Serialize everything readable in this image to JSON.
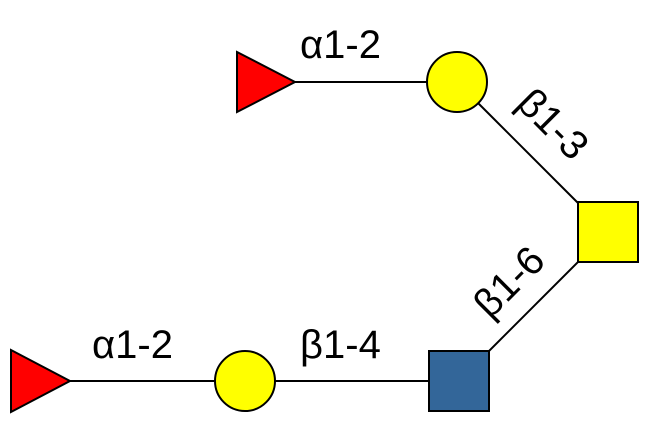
{
  "glycan": {
    "residues": [
      {
        "id": "fuc1",
        "type": "fucose",
        "shape": "triangle",
        "color": "#FF0000"
      },
      {
        "id": "gal1",
        "type": "galactose",
        "shape": "circle",
        "color": "#FFFF00"
      },
      {
        "id": "galnac",
        "type": "N-acetylgalactosamine",
        "shape": "square",
        "color": "#FFFF00"
      },
      {
        "id": "glcnac",
        "type": "N-acetylglucosamine",
        "shape": "square",
        "color": "#336699"
      },
      {
        "id": "gal2",
        "type": "galactose",
        "shape": "circle",
        "color": "#FFFF00"
      },
      {
        "id": "fuc2",
        "type": "fucose",
        "shape": "triangle",
        "color": "#FF0000"
      }
    ],
    "linkages": {
      "fuc1_gal1": "α1-2",
      "gal1_galnac": "β1-3",
      "glcnac_galnac": "β1-6",
      "gal2_glcnac": "β1-4",
      "fuc2_gal2": "α1-2"
    }
  }
}
